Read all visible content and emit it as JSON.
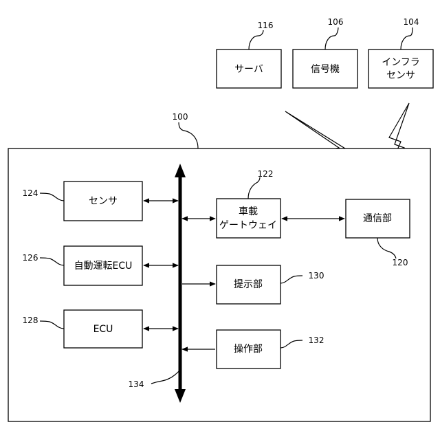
{
  "external": {
    "server": {
      "label": "サーバ",
      "ref": "116"
    },
    "signal": {
      "label": "信号機",
      "ref": "106"
    },
    "infra": {
      "label_line1": "インフラ",
      "label_line2": "センサ",
      "ref": "104"
    }
  },
  "vehicle": {
    "ref": "100",
    "sensor": {
      "label": "センサ",
      "ref": "124"
    },
    "autonomous_ecu": {
      "label": "自動運転ECU",
      "ref": "126"
    },
    "ecu": {
      "label": "ECU",
      "ref": "128"
    },
    "gateway": {
      "label_line1": "車載",
      "label_line2": "ゲートウェイ",
      "ref": "122"
    },
    "comm": {
      "label": "通信部",
      "ref": "120"
    },
    "presentation": {
      "label": "提示部",
      "ref": "130"
    },
    "operation": {
      "label": "操作部",
      "ref": "132"
    },
    "bus": {
      "ref": "134"
    }
  }
}
